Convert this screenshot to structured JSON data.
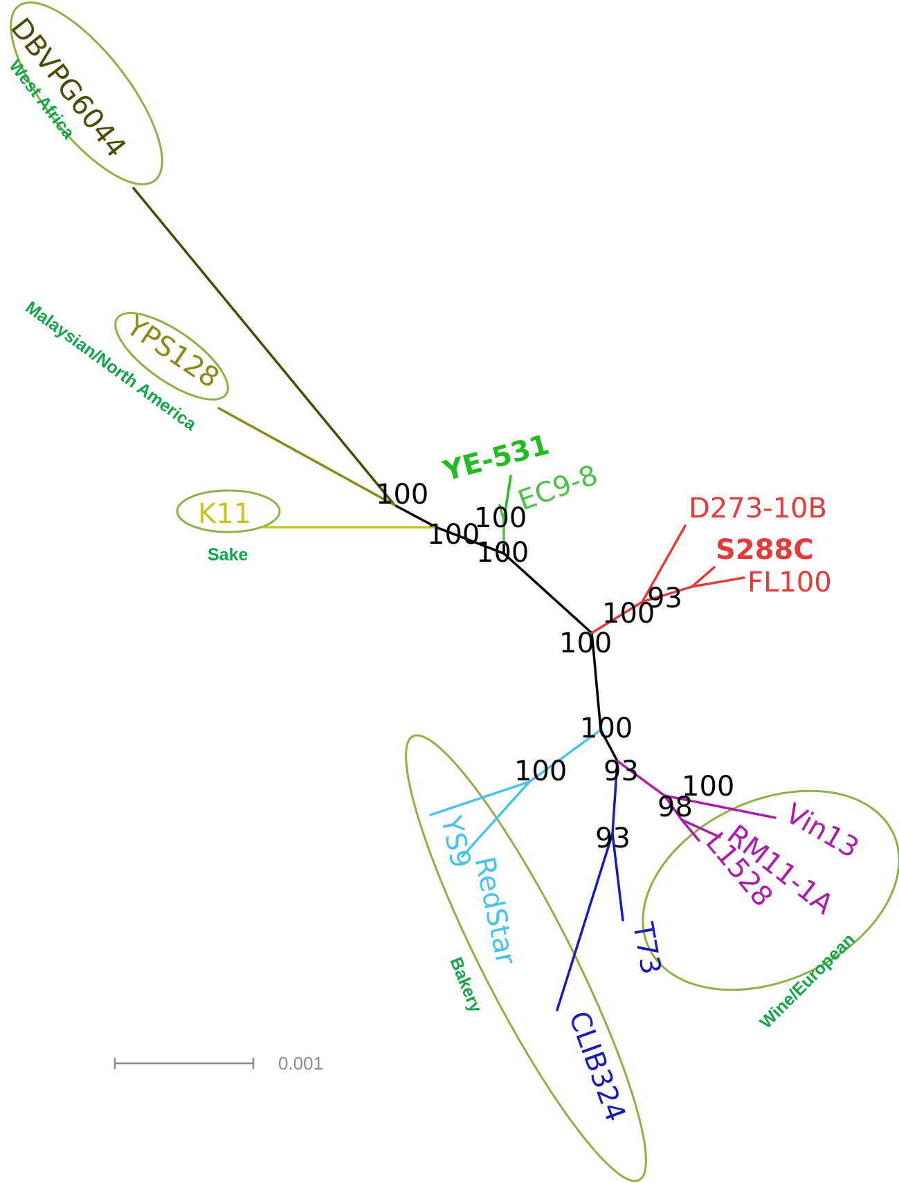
{
  "colors": {
    "branch_black": "#000000",
    "west_africa": "#4a4a08",
    "malaysian": "#8a8a16",
    "sake": "#c6c620",
    "ye531": "#22bb22",
    "ec98": "#4cc24c",
    "red": "#e43a3a",
    "bakery_light": "#49c3ea",
    "blue": "#1a1ab8",
    "purple": "#ac1cac",
    "ellipse": "#8fb045",
    "group_label": "#12a44a",
    "scale": "#8c8c8c"
  },
  "leaves": {
    "dbvpg6044": "DBVPG6044",
    "yps128": "YPS128",
    "k11": "K11",
    "ye531": "YE-531",
    "ec98": "EC9-8",
    "d273": "D273-10B",
    "s288c": "S288C",
    "fl100": "FL100",
    "ys9": "YS9",
    "redstar": "RedStar",
    "clib324": "CLIB324",
    "t73": "T73",
    "l1528": "L1528",
    "rm111a": "RM11-1A",
    "vin13": "Vin13"
  },
  "bootstrap": {
    "b1": "100",
    "b2": "100",
    "b3": "100",
    "b4": "100",
    "b5": "100",
    "b6": "100",
    "b7": "93",
    "b8": "100",
    "b9": "100",
    "b10": "93",
    "b11": "100",
    "b12": "98",
    "b13": "93"
  },
  "groups": {
    "west_africa": "West Africa",
    "malaysian": "Malaysian/North America",
    "sake": "Sake",
    "bakery": "Bakery",
    "wine": "Wine/European"
  },
  "scale_bar": {
    "label": "0.001"
  }
}
